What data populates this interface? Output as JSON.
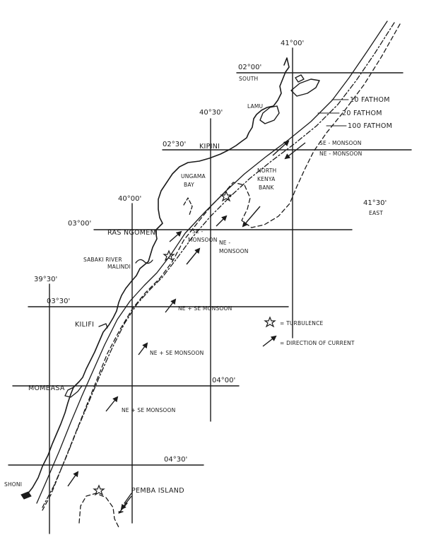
{
  "grid": {
    "lon_41_00": "41°00'",
    "lon_40_30": "40°30'",
    "lon_40_00": "40°00'",
    "lon_39_30": "39°30'",
    "lat_02_00": "02°00'",
    "lat_02_00_suffix": "SOUTH",
    "lat_02_30": "02°30'",
    "lat_03_00": "03°00'",
    "lat_03_30": "03°30'",
    "lat_04_00": "04°00'",
    "lat_04_30": "04°30'",
    "lon_east": "41°30'",
    "lon_east_suffix": "EAST"
  },
  "places": {
    "lamu": "LAMU",
    "kipini": "KIPINI",
    "ungama_bay_1": "UNGAMA",
    "ungama_bay_2": "BAY",
    "ras_ngomeni": "RAS NGOMENI",
    "sabaki_river": "SABAKI RIVER",
    "malindi": "MALINDI",
    "kilifi": "KILIFI",
    "mombasa": "MOMBASA",
    "shimoni": "SHONI",
    "pemba": "PEMBA ISLAND",
    "north_kenya_bank_1": "NORTH",
    "north_kenya_bank_2": "KENYA",
    "north_kenya_bank_3": "BANK"
  },
  "depths": {
    "f10": "10 FATHOM",
    "f20": "20 FATHOM",
    "f100": "100 FATHOM"
  },
  "currents": {
    "se_monsoon": "SE - MONSOON",
    "ne_monsoon": "NE - MONSOON",
    "se_monsoon_b1": "SE -",
    "se_monsoon_b2": "MONSOON",
    "ne_monsoon_b1": "NE -",
    "ne_monsoon_b2": "MONSOON",
    "ne_se_1": "NE + SE MONSOON",
    "ne_se_2": "NE + SE MONSOON",
    "ne_se_3": "NE + SE MONSOON"
  },
  "legend": {
    "turbulence": "= TURBULENCE",
    "direction": "= DIRECTION OF CURRENT"
  }
}
